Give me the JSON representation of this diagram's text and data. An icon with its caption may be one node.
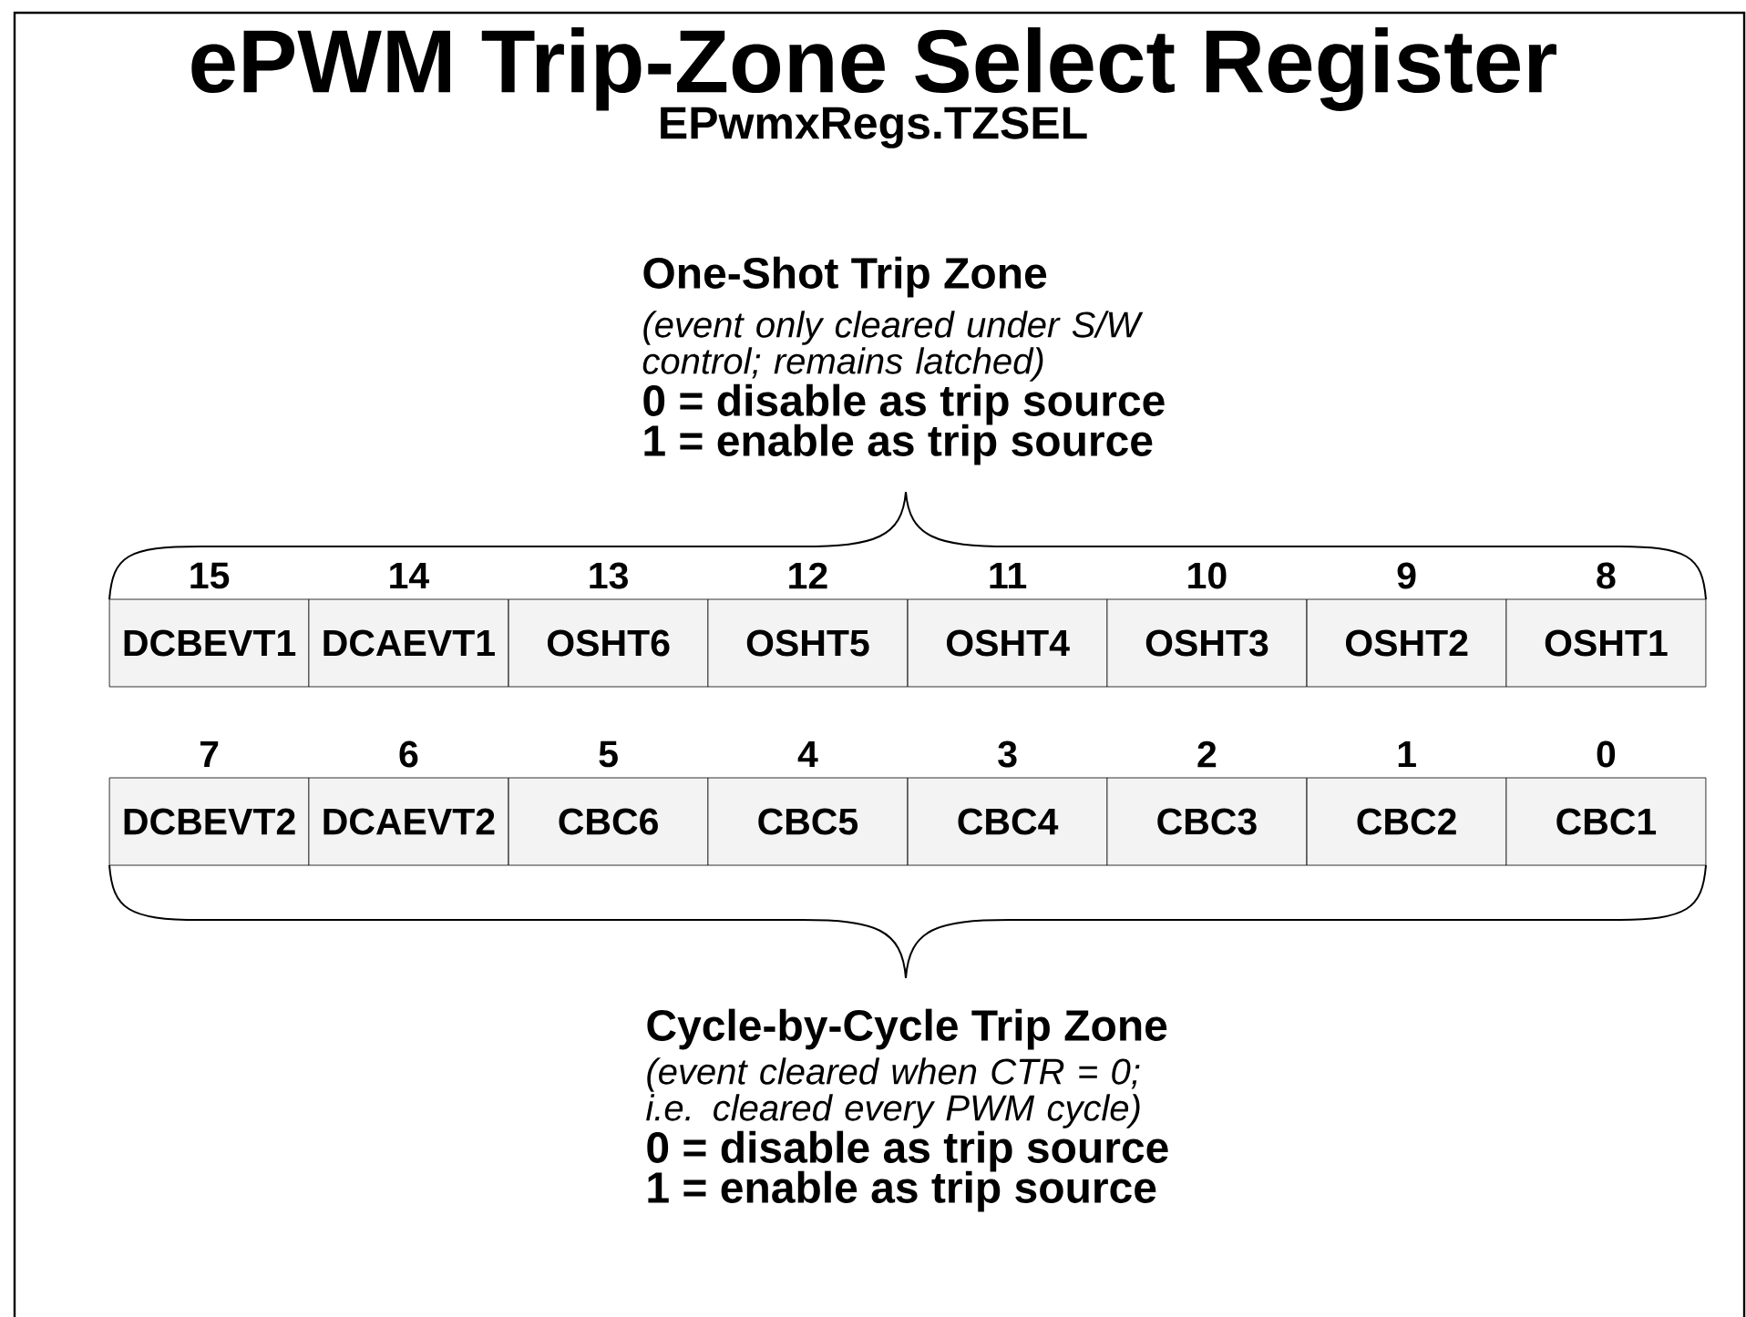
{
  "diagram": {
    "title": "ePWM Trip-Zone Select Register",
    "nodes": [
      {
        "text": [
          "DCBEVT1"
        ],
        "beside": [
          "15"
        ]
      },
      {
        "text": [
          "DCAEVT1"
        ],
        "beside": [
          "14"
        ]
      },
      {
        "text": [
          "OSHT6"
        ],
        "beside": [
          "13"
        ]
      },
      {
        "text": [
          "OSHT5"
        ],
        "beside": [
          "12"
        ]
      },
      {
        "text": [
          "OSHT4"
        ],
        "beside": [
          "11"
        ]
      },
      {
        "text": [
          "OSHT3"
        ],
        "beside": [
          "10"
        ]
      },
      {
        "text": [
          "OSHT2"
        ],
        "beside": [
          "9"
        ]
      },
      {
        "text": [
          "OSHT1"
        ],
        "beside": [
          "8"
        ]
      },
      {
        "text": [
          "DCBEVT2"
        ],
        "beside": [
          "7"
        ]
      },
      {
        "text": [
          "DCAEVT2"
        ],
        "beside": [
          "6"
        ]
      },
      {
        "text": [
          "CBC6"
        ],
        "beside": [
          "5"
        ]
      },
      {
        "text": [
          "CBC5"
        ],
        "beside": [
          "4"
        ]
      },
      {
        "text": [
          "CBC4"
        ],
        "beside": [
          "3"
        ]
      },
      {
        "text": [
          "CBC3"
        ],
        "beside": [
          "2"
        ]
      },
      {
        "text": [
          "CBC2"
        ],
        "beside": [
          "1"
        ]
      },
      {
        "text": [
          "CBC1"
        ],
        "beside": [
          "0"
        ]
      }
    ],
    "labels": [
      "EPwmxRegs.TZSEL",
      "One-Shot Trip Zone",
      "(event only cleared under S/W control; remains latched)",
      "0 = disable as trip source",
      "1 = enable as trip source",
      "Cycle-by-Cycle Trip Zone",
      "(event cleared when CTR = 0; i.e. cleared every PWM cycle)",
      "0 = disable as trip source",
      "1 = enable as trip source"
    ]
  }
}
